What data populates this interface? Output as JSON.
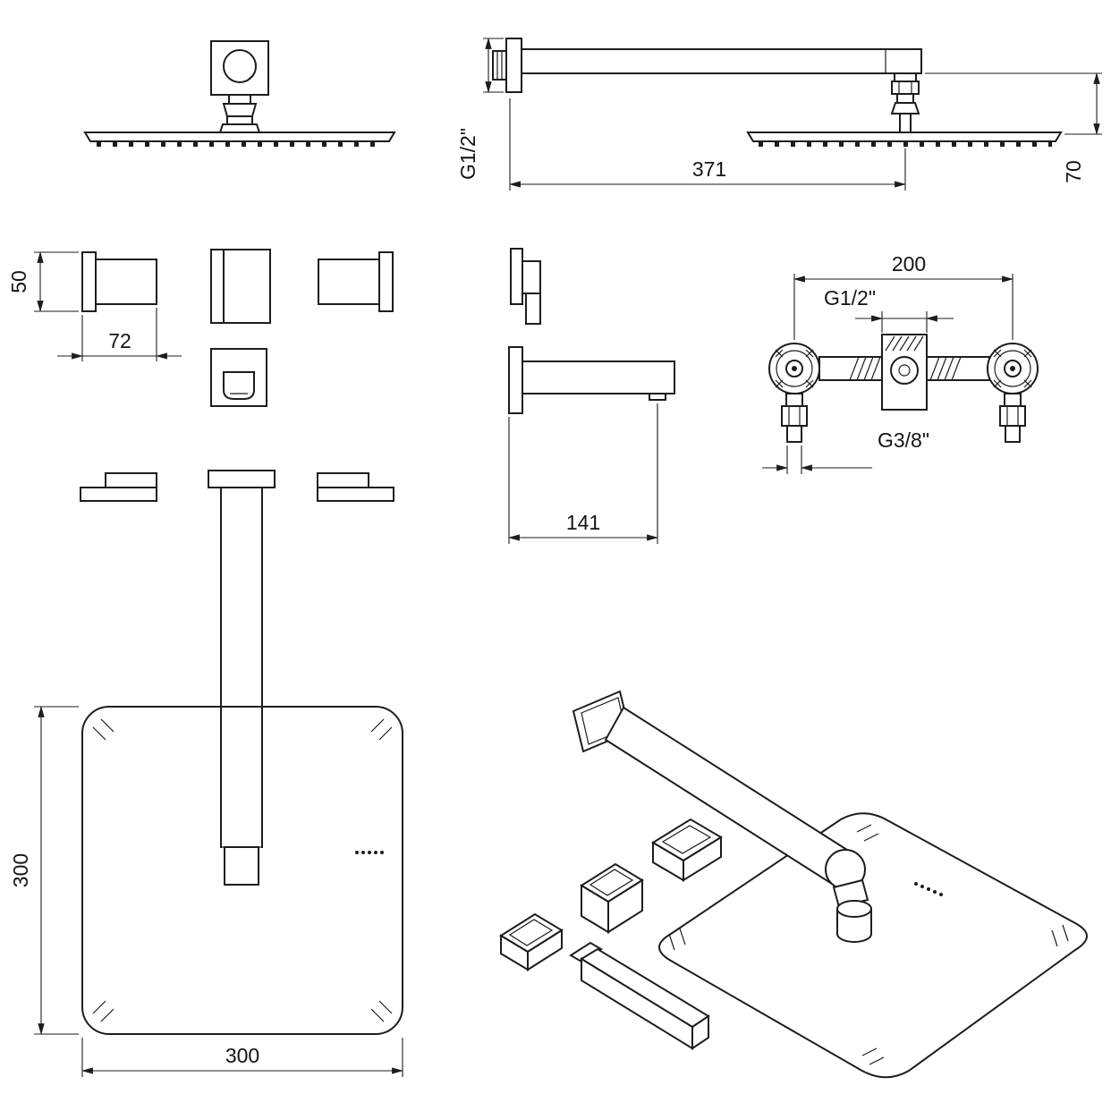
{
  "labels": {
    "side": {
      "wall_thread": "G1/2\"",
      "arm_length": "371",
      "drop": "70"
    },
    "handle": {
      "height": "50",
      "width": "72"
    },
    "spout": {
      "length": "141"
    },
    "mixer": {
      "spacing": "200",
      "thread_center": "G1/2\"",
      "thread_inlet": "G3/8\""
    },
    "plan": {
      "side_vertical": "300",
      "side_horizontal": "300"
    }
  }
}
